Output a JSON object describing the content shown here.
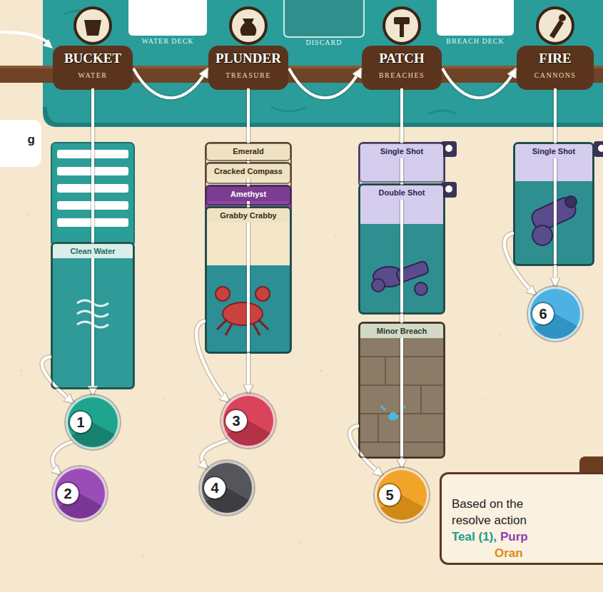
{
  "diagram": {
    "nodes": [
      {
        "text": [
          "BUCKET",
          "WATER"
        ]
      },
      {
        "text": [
          "PLUNDER",
          "TREASURE"
        ]
      },
      {
        "text": [
          "PATCH",
          "BREACHES"
        ]
      },
      {
        "text": [
          "FIRE",
          "CANNONS"
        ]
      },
      {
        "text": [
          "g"
        ]
      },
      {
        "text": [
          "Clean Water"
        ]
      },
      {
        "text": [
          "Emerald"
        ]
      },
      {
        "text": [
          "Cracked Compass"
        ]
      },
      {
        "text": [
          "Amethyst"
        ]
      },
      {
        "text": [
          "Grabby Crabby"
        ]
      },
      {
        "text": [
          "Single Shot"
        ]
      },
      {
        "text": [
          "Double Shot"
        ]
      },
      {
        "text": [
          "Minor Breach"
        ]
      },
      {
        "text": [
          "Single Shot"
        ]
      },
      {
        "text": [
          "1"
        ]
      },
      {
        "text": [
          "2"
        ]
      },
      {
        "text": [
          "3"
        ]
      },
      {
        "text": [
          "4"
        ]
      },
      {
        "text": [
          "5"
        ]
      },
      {
        "text": [
          "6"
        ]
      },
      {
        "text": [
          "Based on the",
          "resolve action",
          "Teal (1),",
          "Purp",
          "Oran"
        ]
      }
    ],
    "edges": [
      {
        "from": 0,
        "to": 1,
        "arrow": "to"
      },
      {
        "from": 1,
        "to": 2,
        "arrow": "to"
      },
      {
        "from": 2,
        "to": 3,
        "arrow": "to"
      },
      {
        "from": 0,
        "to": 14,
        "arrow": "to"
      },
      {
        "from": 1,
        "to": 16,
        "arrow": "to"
      },
      {
        "from": 2,
        "to": 18,
        "arrow": "to"
      },
      {
        "from": 3,
        "to": 19,
        "arrow": "to"
      },
      {
        "from": 5,
        "to": 14,
        "arrow": "to"
      },
      {
        "from": 9,
        "to": 16,
        "arrow": "to"
      },
      {
        "from": 12,
        "to": 18,
        "arrow": "to"
      },
      {
        "from": 13,
        "to": 19,
        "arrow": "to"
      },
      {
        "from": 14,
        "to": 15,
        "arrow": "to"
      },
      {
        "from": 16,
        "to": 17,
        "arrow": "to"
      }
    ],
    "labels": [
      "WATER DECK",
      "DISCARD",
      "BREACH DECK"
    ]
  }
}
